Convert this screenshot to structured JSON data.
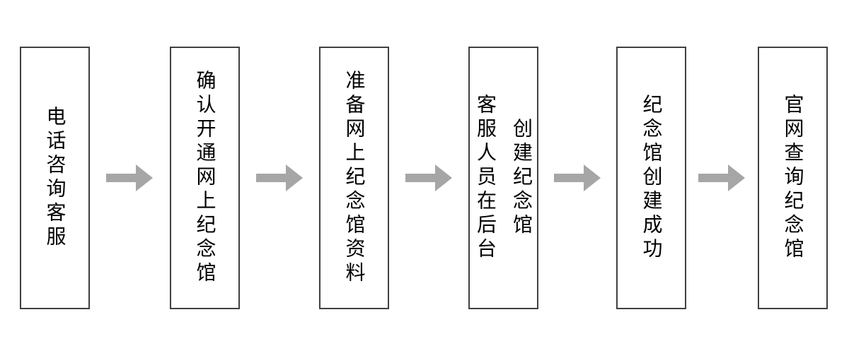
{
  "flowchart": {
    "title": "memorial-hall-creation-process",
    "steps": [
      {
        "label": "电话咨询客服",
        "columns": [
          "电话咨询客服"
        ]
      },
      {
        "label": "确认开通网上纪念馆",
        "columns": [
          "确认开通网上纪念馆"
        ]
      },
      {
        "label": "准备网上纪念馆资料",
        "columns": [
          "准备网上纪念馆资料"
        ]
      },
      {
        "label": "客服人员在后台创建纪念馆",
        "columns": [
          "客服人员在后台",
          "创建纪念馆"
        ]
      },
      {
        "label": "纪念馆创建成功",
        "columns": [
          "纪念馆创建成功"
        ]
      },
      {
        "label": "官网查询纪念馆",
        "columns": [
          "官网查询纪念馆"
        ]
      }
    ],
    "connector": {
      "icon": "arrow-right-icon",
      "direction": "right"
    },
    "colors": {
      "background": "#ffffff",
      "box_border": "#404040",
      "text": "#000000",
      "arrow": "#a6a6a6"
    }
  }
}
